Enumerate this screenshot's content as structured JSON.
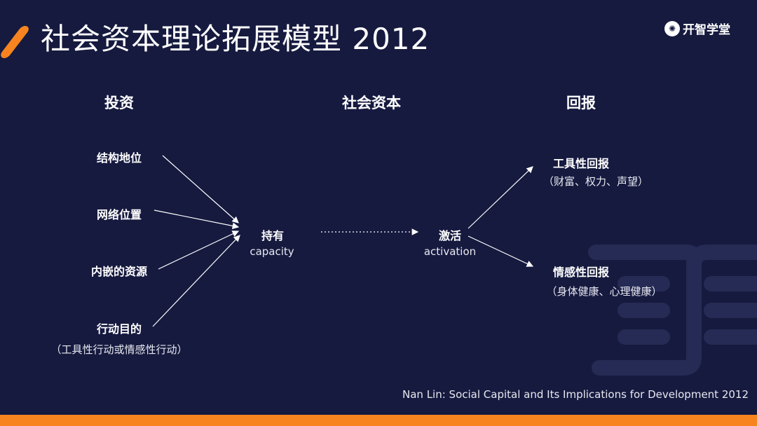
{
  "title": "社会资本理论拓展模型 2012",
  "logo": {
    "text": "开智学堂",
    "icon": "brain-logo-icon"
  },
  "columns": {
    "investment": "投资",
    "social_capital": "社会资本",
    "returns": "回报"
  },
  "inputs": [
    "结构地位",
    "网络位置",
    "内嵌的资源",
    "行动目的"
  ],
  "inputs_note": "（工具性行动或情感性行动）",
  "hold": {
    "label": "持有",
    "sub": "capacity"
  },
  "activate": {
    "label": "激活",
    "sub": "activation"
  },
  "returns": [
    {
      "label": "工具性回报",
      "sub": "（财富、权力、声望）"
    },
    {
      "label": "情感性回报",
      "sub": "（身体健康、心理健康）"
    }
  ],
  "citation": "Nan Lin: Social Capital and Its Implications for Development 2012",
  "colors": {
    "background": "#161a3f",
    "accent": "#f7841f",
    "watermark": "#262b55"
  }
}
